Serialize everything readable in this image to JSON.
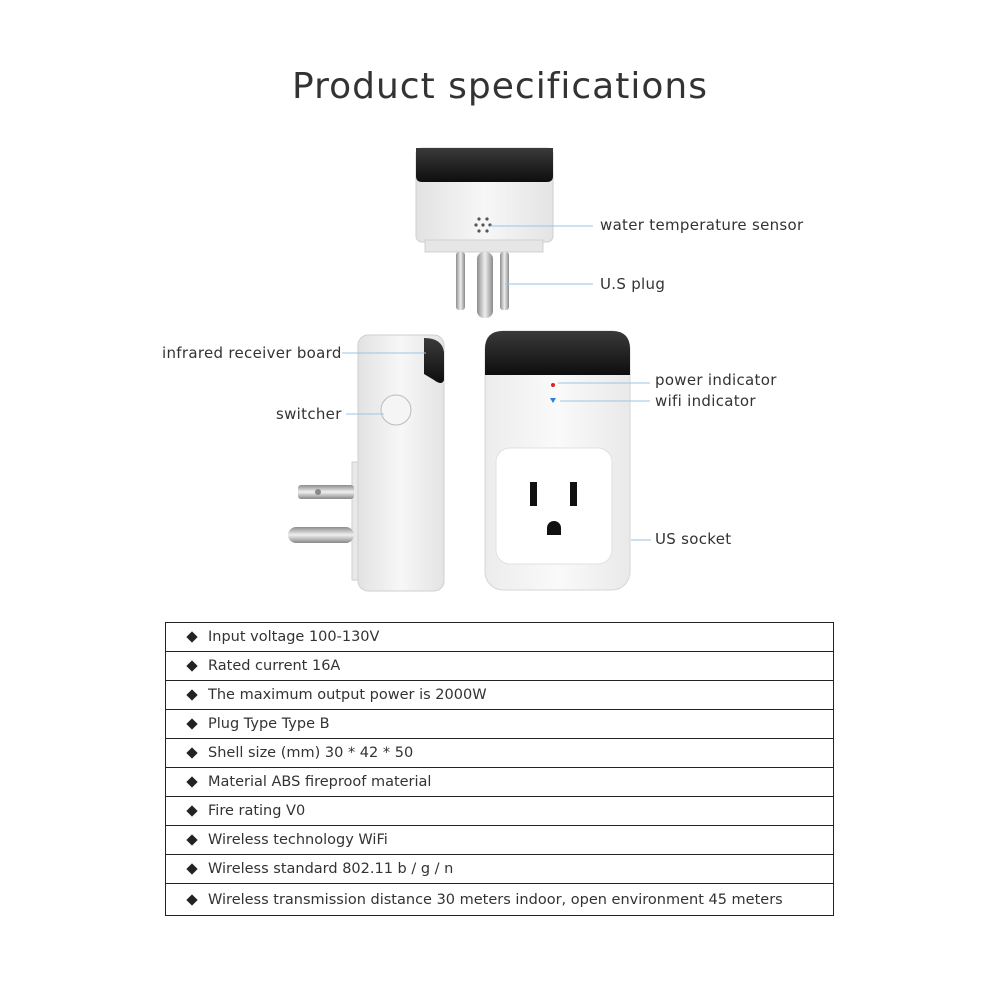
{
  "title": "Product specifications",
  "callouts": {
    "water_sensor": "water temperature sensor",
    "us_plug": "U.S plug",
    "infrared": "infrared receiver board",
    "switcher": "switcher",
    "power_indicator": "power indicator",
    "wifi_indicator": "wifi indicator",
    "us_socket": "US socket"
  },
  "specs": [
    "Input voltage 100-130V",
    "Rated current 16A",
    "The maximum output power is 2000W",
    "Plug Type Type B",
    "Shell size (mm) 30 * 42 * 50",
    "Material ABS fireproof material",
    "Fire rating V0",
    "Wireless technology WiFi",
    "Wireless standard 802.11 b / g / n",
    "Wireless transmission distance 30 meters indoor, open environment 45 meters"
  ],
  "colors": {
    "body_black": "#1c1c1c",
    "body_white": "#f4f4f4",
    "leader_line": "#9ec3e6",
    "power_led": "#e02020",
    "wifi_led": "#2a7fd9"
  }
}
